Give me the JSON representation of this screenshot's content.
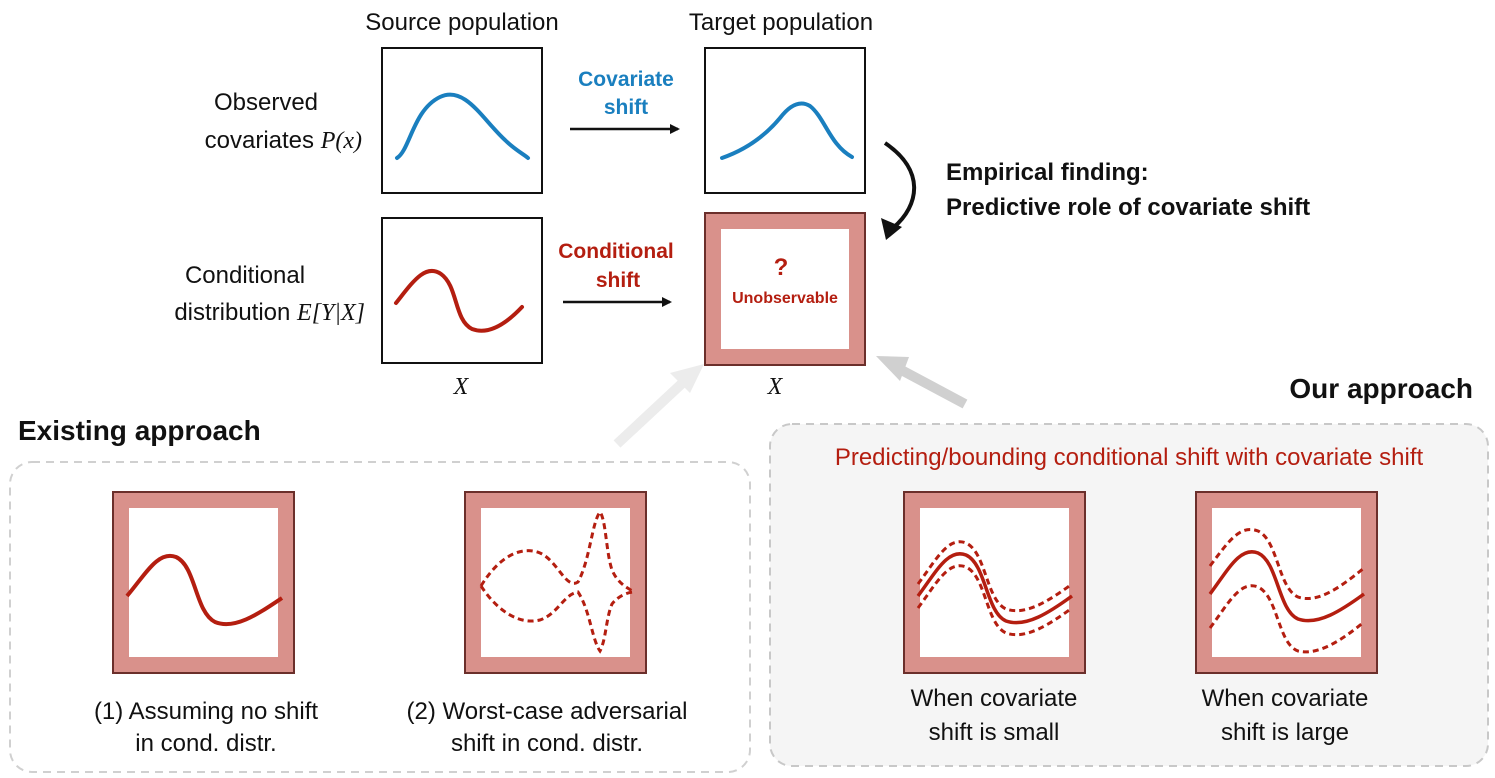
{
  "columns": {
    "source": "Source population",
    "target": "Target population"
  },
  "rows": {
    "observed_line1": "Observed",
    "observed_line2_prefix": "covariates ",
    "observed_math": "P(x)",
    "conditional_line1": "Conditional",
    "conditional_line2_prefix": "distribution ",
    "conditional_math": "E[Y|X]"
  },
  "axis_x": "X",
  "arrows": {
    "covariate_shift_line1": "Covariate",
    "covariate_shift_line2": "shift",
    "conditional_shift_line1": "Conditional",
    "conditional_shift_line2": "shift"
  },
  "target_unknown": {
    "mark": "?",
    "label": "Unobservable"
  },
  "empirical": {
    "line1": "Empirical finding:",
    "line2": "Predictive role of covariate shift"
  },
  "existing": {
    "title": "Existing approach",
    "panel1_line1": "(1) Assuming no shift",
    "panel1_line2": "in cond. distr.",
    "panel2_line1": "(2) Worst-case adversarial",
    "panel2_line2": "shift in cond. distr."
  },
  "ours": {
    "title": "Our approach",
    "subtitle": "Predicting/bounding conditional shift with covariate shift",
    "panel1_line1": "When covariate",
    "panel1_line2": "shift is small",
    "panel2_line1": "When covariate",
    "panel2_line2": "shift is large"
  },
  "colors": {
    "blue": "#1a7fbf",
    "red": "#b41e10",
    "pink_frame": "#d9918b",
    "gray_arrow": "#d0d0d0",
    "dashed_box": "#c8c8c8"
  }
}
